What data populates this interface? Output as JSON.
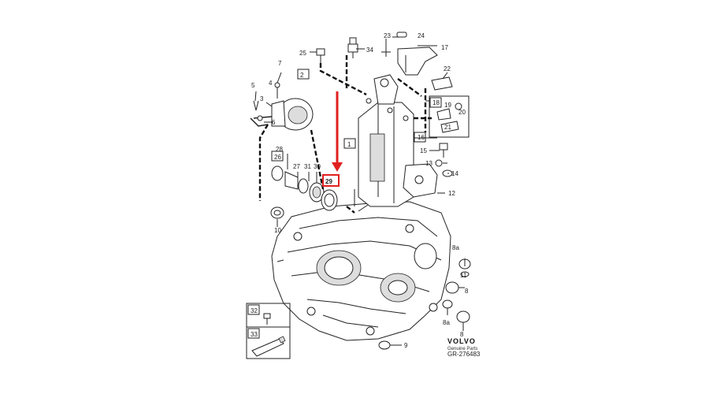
{
  "diagram": {
    "brand": "VOLVO",
    "brand_sub": "Genuine Parts",
    "code": "GR-276483",
    "highlighted_part": "29",
    "highlight_color": "#e02020",
    "callouts": [
      {
        "id": "c23",
        "text": "23"
      },
      {
        "id": "c24",
        "text": "24"
      },
      {
        "id": "c17",
        "text": "17"
      },
      {
        "id": "c25",
        "text": "25"
      },
      {
        "id": "c34",
        "text": "34"
      },
      {
        "id": "c7",
        "text": "7"
      },
      {
        "id": "c2",
        "text": "2"
      },
      {
        "id": "c4",
        "text": "4"
      },
      {
        "id": "c5",
        "text": "5"
      },
      {
        "id": "c3",
        "text": "3"
      },
      {
        "id": "c6",
        "text": "6"
      },
      {
        "id": "c22",
        "text": "22"
      },
      {
        "id": "c18",
        "text": "18"
      },
      {
        "id": "c19",
        "text": "19"
      },
      {
        "id": "c20",
        "text": "20"
      },
      {
        "id": "c21",
        "text": "21"
      },
      {
        "id": "c16",
        "text": "16"
      },
      {
        "id": "c1",
        "text": "1"
      },
      {
        "id": "c15",
        "text": "15"
      },
      {
        "id": "c28",
        "text": "28"
      },
      {
        "id": "c26",
        "text": "26"
      },
      {
        "id": "c27",
        "text": "27"
      },
      {
        "id": "c31",
        "text": "31"
      },
      {
        "id": "c30",
        "text": "30"
      },
      {
        "id": "c29",
        "text": "29"
      },
      {
        "id": "c13",
        "text": "13"
      },
      {
        "id": "c14",
        "text": "14"
      },
      {
        "id": "c12",
        "text": "12"
      },
      {
        "id": "c10",
        "text": "10"
      },
      {
        "id": "c8a1",
        "text": "8a"
      },
      {
        "id": "c11",
        "text": "11"
      },
      {
        "id": "c8b",
        "text": "8"
      },
      {
        "id": "c8a2",
        "text": "8a"
      },
      {
        "id": "c8c",
        "text": "8"
      },
      {
        "id": "c32",
        "text": "32"
      },
      {
        "id": "c33",
        "text": "33"
      },
      {
        "id": "c9",
        "text": "9"
      }
    ]
  }
}
